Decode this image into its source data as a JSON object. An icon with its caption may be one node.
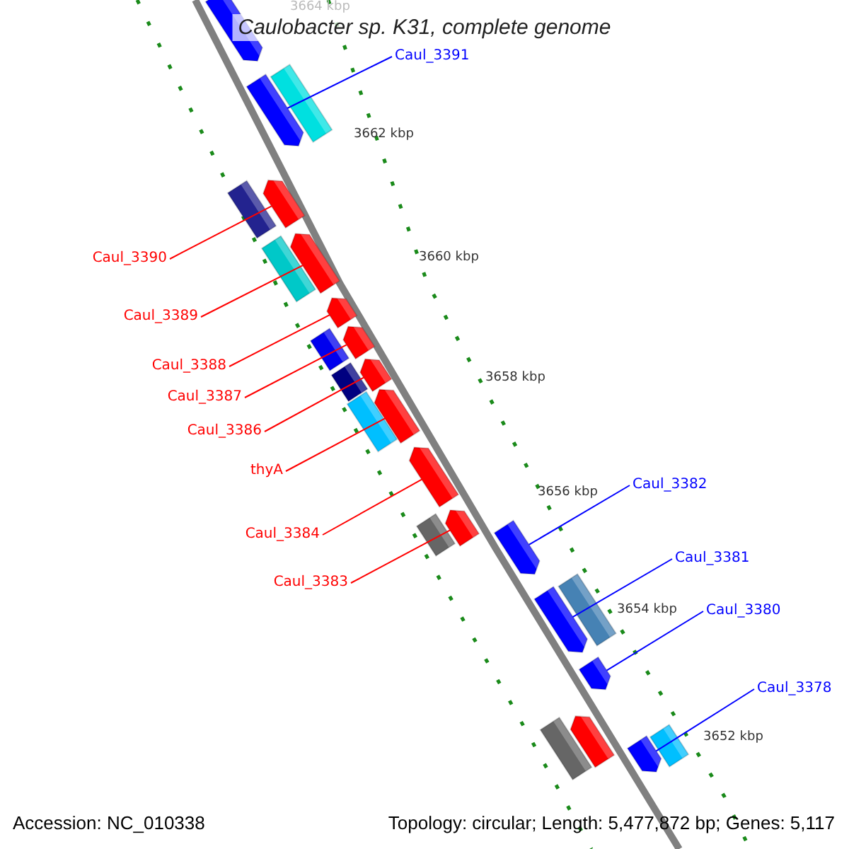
{
  "diagram": {
    "title": "Caulobacter sp. K31, complete genome",
    "nodes": [
      {
        "text": [
          "Caul_3391"
        ]
      },
      {
        "text": [],
        "shape": "arrow"
      },
      {
        "text": [
          "Caul_3390"
        ]
      },
      {
        "text": [],
        "shape": "arrow"
      },
      {
        "text": [
          "Caul_3389"
        ]
      },
      {
        "text": [],
        "shape": "arrow"
      },
      {
        "text": [
          "Caul_3388"
        ]
      },
      {
        "text": [],
        "shape": "arrow"
      },
      {
        "text": [
          "Caul_3387"
        ]
      },
      {
        "text": [],
        "shape": "arrow"
      },
      {
        "text": [
          "Caul_3386"
        ]
      },
      {
        "text": [],
        "shape": "arrow"
      },
      {
        "text": [
          "thyA"
        ]
      },
      {
        "text": [],
        "shape": "arrow"
      },
      {
        "text": [
          "Caul_3384"
        ]
      },
      {
        "text": [],
        "shape": "arrow"
      },
      {
        "text": [
          "Caul_3383"
        ]
      },
      {
        "text": [],
        "shape": "arrow"
      },
      {
        "text": [
          "Caul_3382"
        ]
      },
      {
        "text": [],
        "shape": "arrow"
      },
      {
        "text": [
          "Caul_3381"
        ]
      },
      {
        "text": [],
        "shape": "arrow"
      },
      {
        "text": [
          "Caul_3380"
        ]
      },
      {
        "text": [],
        "shape": "arrow"
      },
      {
        "text": [
          "Caul_3378"
        ]
      },
      {
        "text": [],
        "shape": "arrow"
      },
      {
        "text": [],
        "shape": "arrow"
      },
      {
        "text": [],
        "shape": "arrow"
      },
      {
        "text": [],
        "shape": "arrow"
      },
      {
        "text": [],
        "shape": "arrow"
      },
      {
        "text": [],
        "shape": "arrow"
      },
      {
        "text": [],
        "shape": "arrow"
      },
      {
        "text": [],
        "shape": "arrow"
      },
      {
        "text": [],
        "shape": "arrow"
      },
      {
        "text": [],
        "shape": "arrow"
      },
      {
        "text": [],
        "shape": "arrow"
      },
      {
        "text": [],
        "shape": "arrow"
      },
      {
        "text": [],
        "shape": "arrow"
      }
    ],
    "edges": [
      {
        "from": 0,
        "to": 1,
        "arrow": "none",
        "color": "#0000ff"
      },
      {
        "from": 2,
        "to": 3,
        "arrow": "none"
      },
      {
        "from": 4,
        "to": 5,
        "arrow": "none"
      },
      {
        "from": 6,
        "to": 7,
        "arrow": "none"
      },
      {
        "from": 8,
        "to": 9,
        "arrow": "none"
      },
      {
        "from": 10,
        "to": 11,
        "arrow": "none"
      },
      {
        "from": 12,
        "to": 13,
        "arrow": "none"
      },
      {
        "from": 14,
        "to": 15,
        "arrow": "none"
      },
      {
        "from": 16,
        "to": 17,
        "arrow": "none"
      },
      {
        "from": 18,
        "to": 19,
        "arrow": "none",
        "color": "#0000ff"
      },
      {
        "from": 20,
        "to": 21,
        "arrow": "none",
        "color": "#0000ff"
      },
      {
        "from": 22,
        "to": 23,
        "arrow": "none",
        "color": "#0000ff"
      },
      {
        "from": 24,
        "to": 25,
        "arrow": "none",
        "color": "#0000ff"
      }
    ],
    "labels": [
      "3664 kbp",
      "3662 kbp",
      "3660 kbp",
      "3658 kbp",
      "3656 kbp",
      "3654 kbp",
      "3652 kbp",
      "Accession: NC_010338",
      "Topology: circular; Length: 5,477,872 bp; Genes: 5,117"
    ]
  }
}
